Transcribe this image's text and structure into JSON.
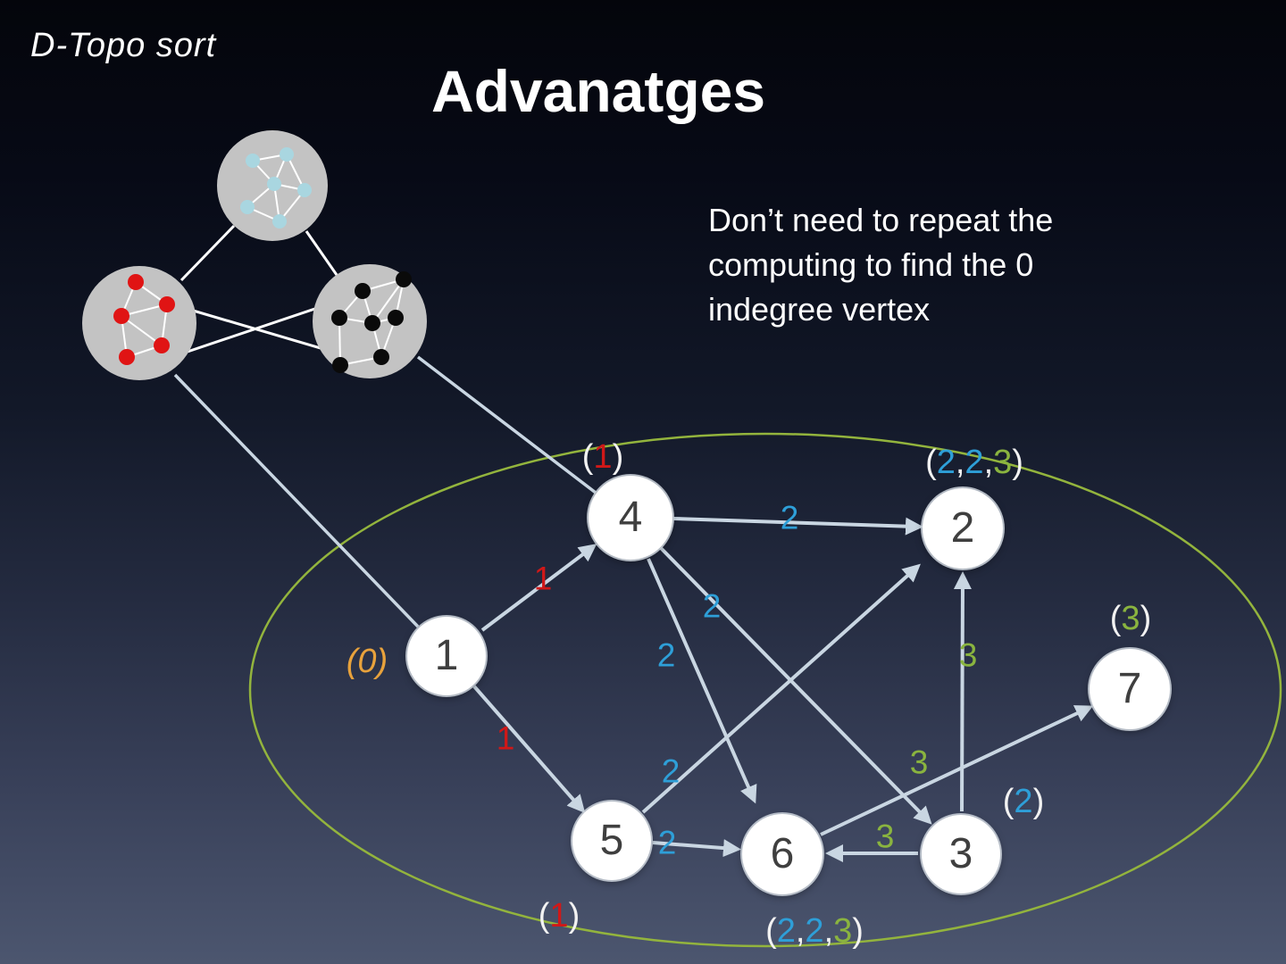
{
  "slide": {
    "corner_label": "D-Topo sort",
    "title": "Advanatges",
    "note": "Don’t need to repeat the computing to find the 0 indegree vertex"
  },
  "palette": {
    "background_top": "#04050b",
    "background_bottom": "#4c566f",
    "ellipse_green": "#93b43d",
    "edge_gray": "#c9d6e2",
    "label_red": "#d01818",
    "label_blue": "#2e9fd8",
    "label_green": "#8ab43f",
    "label_orange": "#e8a23c",
    "node_fill": "#ffffff",
    "node_text": "#3f3f3f",
    "cluster_gray": "#c3c3c3",
    "cluster_dot_blue": "#a9d6e0",
    "cluster_dot_red": "#e01414",
    "cluster_dot_black": "#0a0a0a"
  },
  "graph": {
    "nodes": {
      "n1": {
        "label": "1",
        "indegree": "(0)"
      },
      "n2": {
        "label": "2",
        "indegree": "(2,2,3)"
      },
      "n3": {
        "label": "3",
        "indegree": "(2)"
      },
      "n4": {
        "label": "4",
        "indegree": "(1)"
      },
      "n5": {
        "label": "5",
        "indegree": "(1)"
      },
      "n6": {
        "label": "6",
        "indegree": "(2,2,3)"
      },
      "n7": {
        "label": "7",
        "indegree": "(3)"
      }
    },
    "edges": [
      {
        "from": "1",
        "to": "4",
        "label": "1",
        "color": "red"
      },
      {
        "from": "1",
        "to": "5",
        "label": "1",
        "color": "red"
      },
      {
        "from": "4",
        "to": "2",
        "label": "2",
        "color": "blue"
      },
      {
        "from": "4",
        "to": "3",
        "label": "2",
        "color": "blue"
      },
      {
        "from": "4",
        "to": "6",
        "label": "2",
        "color": "blue"
      },
      {
        "from": "5",
        "to": "2",
        "label": "2",
        "color": "blue"
      },
      {
        "from": "5",
        "to": "6",
        "label": "2",
        "color": "blue"
      },
      {
        "from": "3",
        "to": "2",
        "label": "3",
        "color": "green"
      },
      {
        "from": "3",
        "to": "6",
        "label": "3",
        "color": "green"
      },
      {
        "from": "6",
        "to": "7",
        "label": "3",
        "color": "green"
      }
    ],
    "annotations": {
      "node4": {
        "parts": [
          "(",
          "1",
          ")"
        ]
      },
      "node2": {
        "parts": [
          "(",
          "2",
          ",",
          "2",
          ",",
          "3",
          ")"
        ]
      },
      "node1": {
        "parts": [
          "(0)"
        ]
      },
      "node7": {
        "parts": [
          "(",
          "3",
          ")"
        ]
      },
      "node3": {
        "parts": [
          "(",
          "2",
          ")"
        ]
      },
      "node5": {
        "parts": [
          "(",
          "1",
          ")"
        ]
      },
      "node6": {
        "parts": [
          "(",
          "2",
          ",",
          "2",
          ",",
          "3",
          ")"
        ]
      }
    },
    "clusters": {
      "top": {
        "dot_color_name": "light-blue",
        "dot_count": 6
      },
      "left": {
        "dot_color_name": "red",
        "dot_count": 5
      },
      "right": {
        "dot_color_name": "black",
        "dot_count": 7
      }
    }
  }
}
